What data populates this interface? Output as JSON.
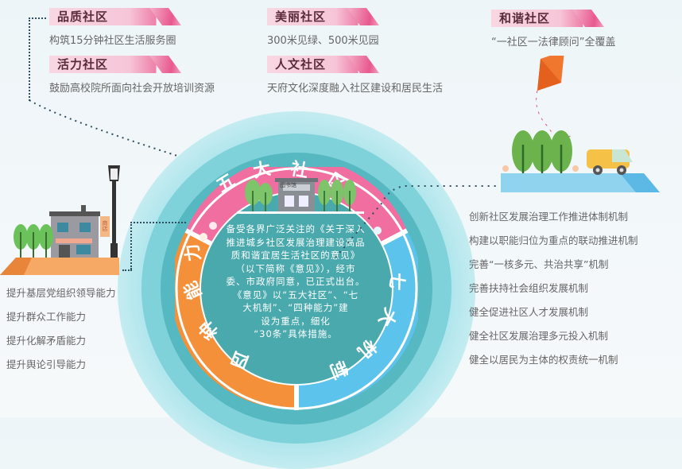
{
  "top_sections": [
    {
      "tag": "品质社区",
      "desc": "构筑15分钟社区生活服务圈"
    },
    {
      "tag": "活力社区",
      "desc": "鼓励高校院所面向社会开放培训资源"
    },
    {
      "tag": "美丽社区",
      "desc": "300米见绿、500米见园"
    },
    {
      "tag": "人文社区",
      "desc": "天府文化深度融入社区建设和居民生活"
    },
    {
      "tag": "和谐社区",
      "desc": "“一社区一法律顾问”全覆盖"
    }
  ],
  "circle": {
    "ring_top_label": "五大社区",
    "ring_left_label": "四种能力",
    "ring_right_label": "七大机制",
    "center_sign": "图书馆",
    "shop_sign": "商店",
    "center_text_lines": [
      "备受各界广泛关注的《关于深入",
      "推进城乡社区发展治理建设高品",
      "质和谐宜居生活社区的意见》",
      "（以下简称《意见》），经市",
      "委、市政府同意，已正式出台。",
      "《意见》以“五大社区”、“七",
      "大机制”、“四种能力”建",
      "设为重点，细化",
      "“30条”具体措施。"
    ]
  },
  "left_list": {
    "items": [
      "提升基层党组织领导能力",
      "提升群众工作能力",
      "提升化解矛盾能力",
      "提升舆论引导能力"
    ]
  },
  "right_list": {
    "items": [
      "创新社区发展治理工作推进体制机制",
      "构建以职能归位为重点的联动推进机制",
      "完善“一核多元、共治共享”机制",
      "完善扶持社会组织发展机制",
      "健全促进社区人才发展机制",
      "健全社区发展治理多元投入机制",
      "健全以居民为主体的权责统一机制"
    ]
  },
  "colors": {
    "pink": "#f06fa0",
    "orange": "#f5903a",
    "sky": "#5cc3ec",
    "teal": "#4aaeb4",
    "outer_ring": "#8fd6df",
    "text_gray": "#666666"
  }
}
